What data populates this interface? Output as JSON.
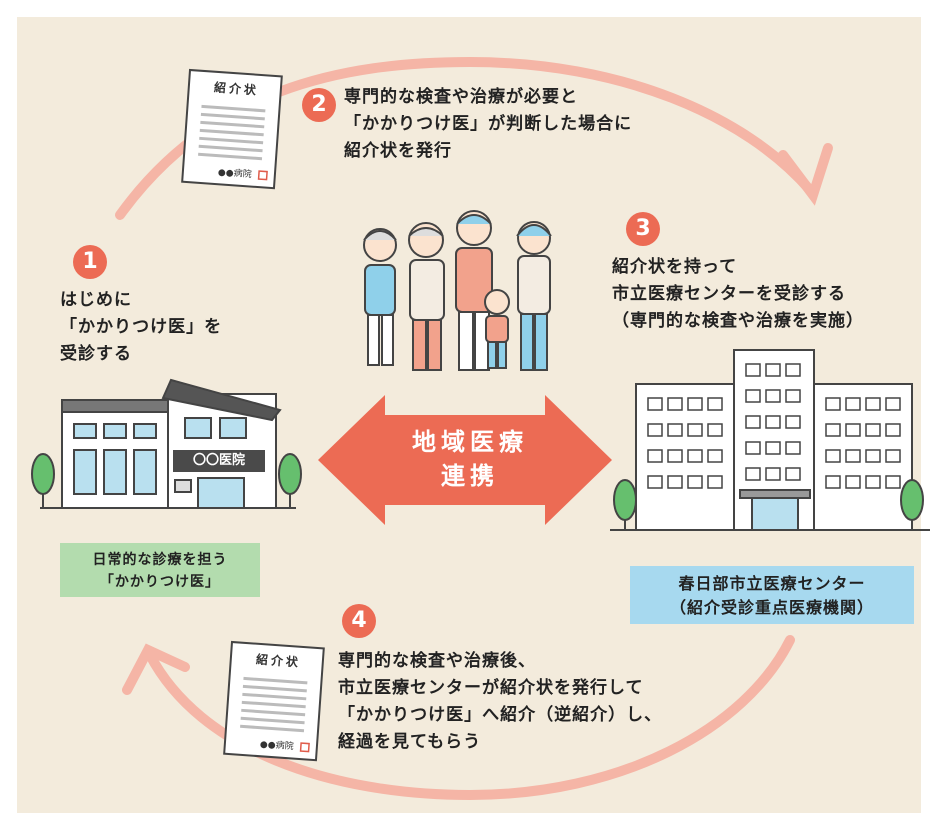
{
  "step1": {
    "number": "1",
    "lines": [
      "はじめに",
      "「かかりつけ医」を",
      "受診する"
    ]
  },
  "step2": {
    "number": "2",
    "lines": [
      "専門的な検査や治療が必要と",
      "「かかりつけ医」が判断した場合に",
      "紹介状を発行"
    ]
  },
  "step3": {
    "number": "3",
    "lines": [
      "紹介状を持って",
      "市立医療センターを受診する",
      "（専門的な検査や治療を実施）"
    ]
  },
  "step4": {
    "number": "4",
    "lines": [
      "専門的な検査や治療後、",
      "市立医療センターが紹介状を発行して",
      "「かかりつけ医」へ紹介（逆紹介）し、",
      "経過を見てもらう"
    ]
  },
  "center_arrow": {
    "lines": [
      "地域医療",
      "連携"
    ]
  },
  "clinic": {
    "sign": "〇〇医院",
    "label_lines": [
      "日常的な診療を担う",
      "「かかりつけ医」"
    ]
  },
  "hospital": {
    "label_lines": [
      "春日部市立医療センター",
      "（紹介受診重点医療機関）"
    ]
  },
  "document": {
    "title": "紹介状",
    "footer": "●●病院"
  },
  "colors": {
    "background": "#f3ebdc",
    "accent": "#ec6b54",
    "cycle_arrow": "#f5b5a6",
    "green_label": "#b3dcae",
    "blue_label": "#a7d9ef"
  }
}
